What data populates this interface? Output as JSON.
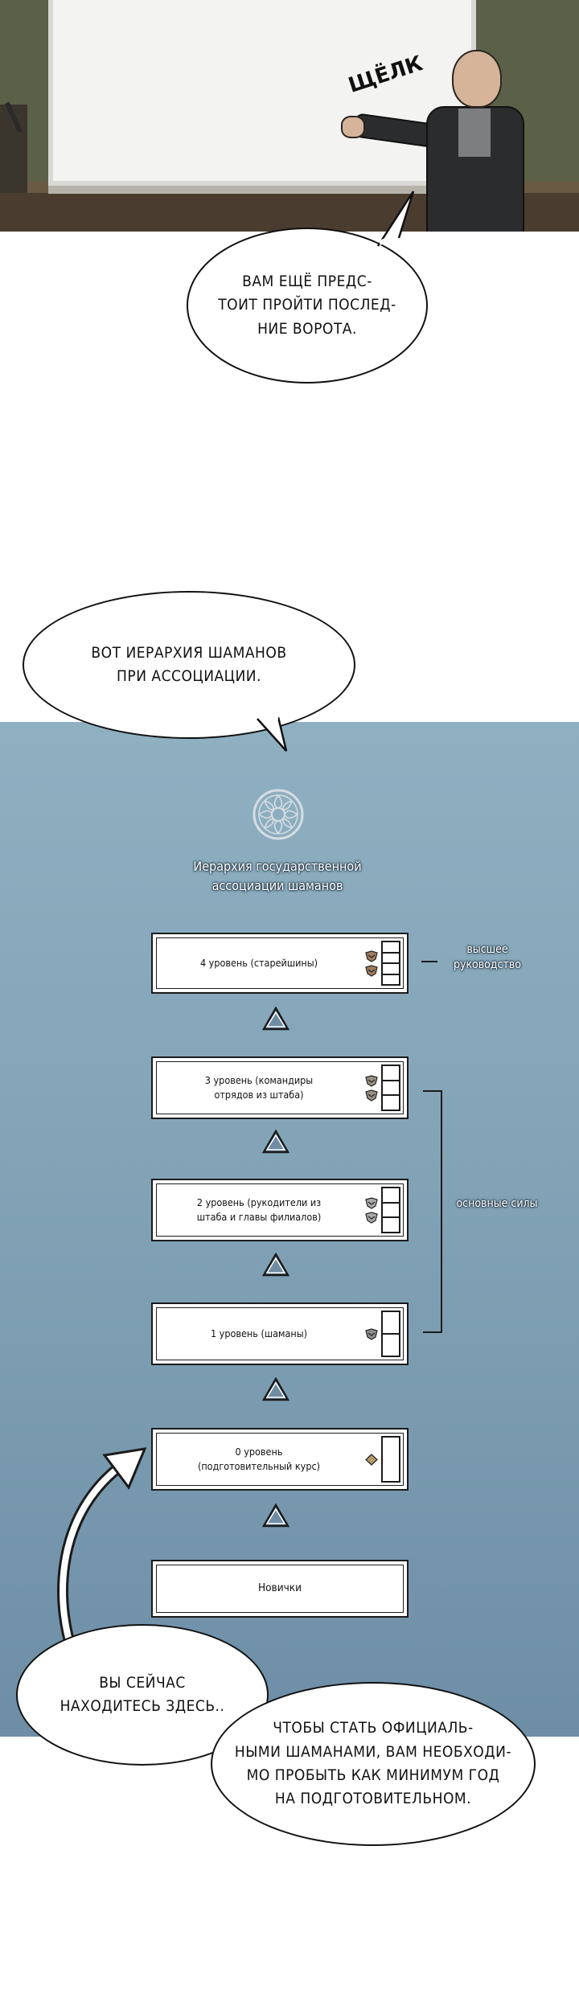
{
  "panel_top": {
    "sfx": "ЩЁЛК"
  },
  "bubbles": {
    "gates": "ВАМ ЕЩЁ ПРЕДС-\nТОИТ ПРОЙТИ ПОСЛЕД-\nНИЕ ВОРОТА.",
    "hierarchy": "ВОТ ИЕРАРХИЯ ШАМАНОВ\nПРИ АССОЦИАЦИИ.",
    "you_are_here": "ВЫ СЕЙЧАС\nНАХОДИТЕСЬ ЗДЕСЬ..",
    "official": "ЧТОБЫ СТАТЬ ОФИЦИАЛЬ-\nНЫМИ ШАМАНАМИ, ВАМ НЕОБХОДИ-\nМО ПРОБЫТЬ КАК МИНИМУМ ГОД\nНА ПОДГОТОВИТЕЛЬНОМ."
  },
  "infographic": {
    "title": "Иерархия государственной\nассоциации шаманов",
    "levels": [
      {
        "label": "4 уровень (старейшины)",
        "icons": 2
      },
      {
        "label": "3 уровень (командиры\nотрядов из штаба)",
        "icons": 2
      },
      {
        "label": "2 уровень (рукодители из\nштаба и главы филиалов)",
        "icons": 2
      },
      {
        "label": "1 уровень (шаманы)",
        "icons": 1
      },
      {
        "label": "0 уровень\n(подготовительный курс)",
        "icons": 1
      },
      {
        "label": "Новички",
        "icons": 0
      }
    ],
    "side_labels": {
      "top": "высшее\nруководство",
      "main": "основные силы"
    }
  },
  "colors": {
    "panel_blue_top": "#8fb0c1",
    "panel_blue_bottom": "#6d8ea6",
    "box_border": "#1b1b1b",
    "arrow_fill": "#5c7a94"
  }
}
